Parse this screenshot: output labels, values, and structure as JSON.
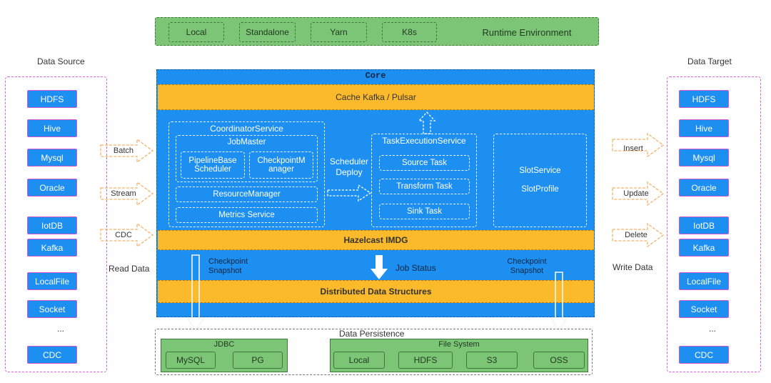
{
  "runtime": {
    "items": [
      "Local",
      "Standalone",
      "Yarn",
      "K8s"
    ],
    "label": "Runtime Environment"
  },
  "data_source": {
    "title": "Data Source",
    "items": [
      "HDFS",
      "Hive",
      "Mysql",
      "Oracle",
      "IotDB",
      "Kafka",
      "LocalFile",
      "Socket",
      "CDC"
    ],
    "ellipsis": "...",
    "read_label": "Read Data",
    "arrows": [
      "Batch",
      "Stream",
      "CDC"
    ]
  },
  "data_target": {
    "title": "Data Target",
    "items": [
      "HDFS",
      "Hive",
      "Mysql",
      "Oracle",
      "IotDB",
      "Kafka",
      "LocalFile",
      "Socket",
      "CDC"
    ],
    "ellipsis": "...",
    "write_label": "Write Data",
    "arrows": [
      "Insert",
      "Update",
      "Delete"
    ]
  },
  "core": {
    "title": "Core",
    "cache": "Cache Kafka / Pulsar",
    "coordinator": {
      "title": "CoordinatorService",
      "job_master": "JobMaster",
      "pipeline_scheduler": "PipelineBase Scheduler",
      "checkpoint_manager": "CheckpointM anager",
      "resource_manager": "ResourceManager",
      "metrics": "Metrics Service"
    },
    "scheduler_deploy": "Scheduler Deploy",
    "task_execution": {
      "title": "TaskExecutionService",
      "tasks": [
        "Source Task",
        "Transform Task",
        "Sink Task"
      ]
    },
    "slot": {
      "service": "SlotService",
      "profile": "SlotProfile"
    },
    "hazelcast": "Hazelcast IMDG",
    "checkpoint_left": "Checkpoint Snapshot",
    "job_status": "Job Status",
    "checkpoint_right": "Checkpoint Snapshot",
    "distributed": "Distributed Data Structures"
  },
  "persistence": {
    "title": "Data Persistence",
    "jdbc": {
      "title": "JDBC",
      "items": [
        "MySQL",
        "PG"
      ]
    },
    "fs": {
      "title": "File System",
      "items": [
        "Local",
        "HDFS",
        "S3",
        "OSS"
      ]
    }
  }
}
